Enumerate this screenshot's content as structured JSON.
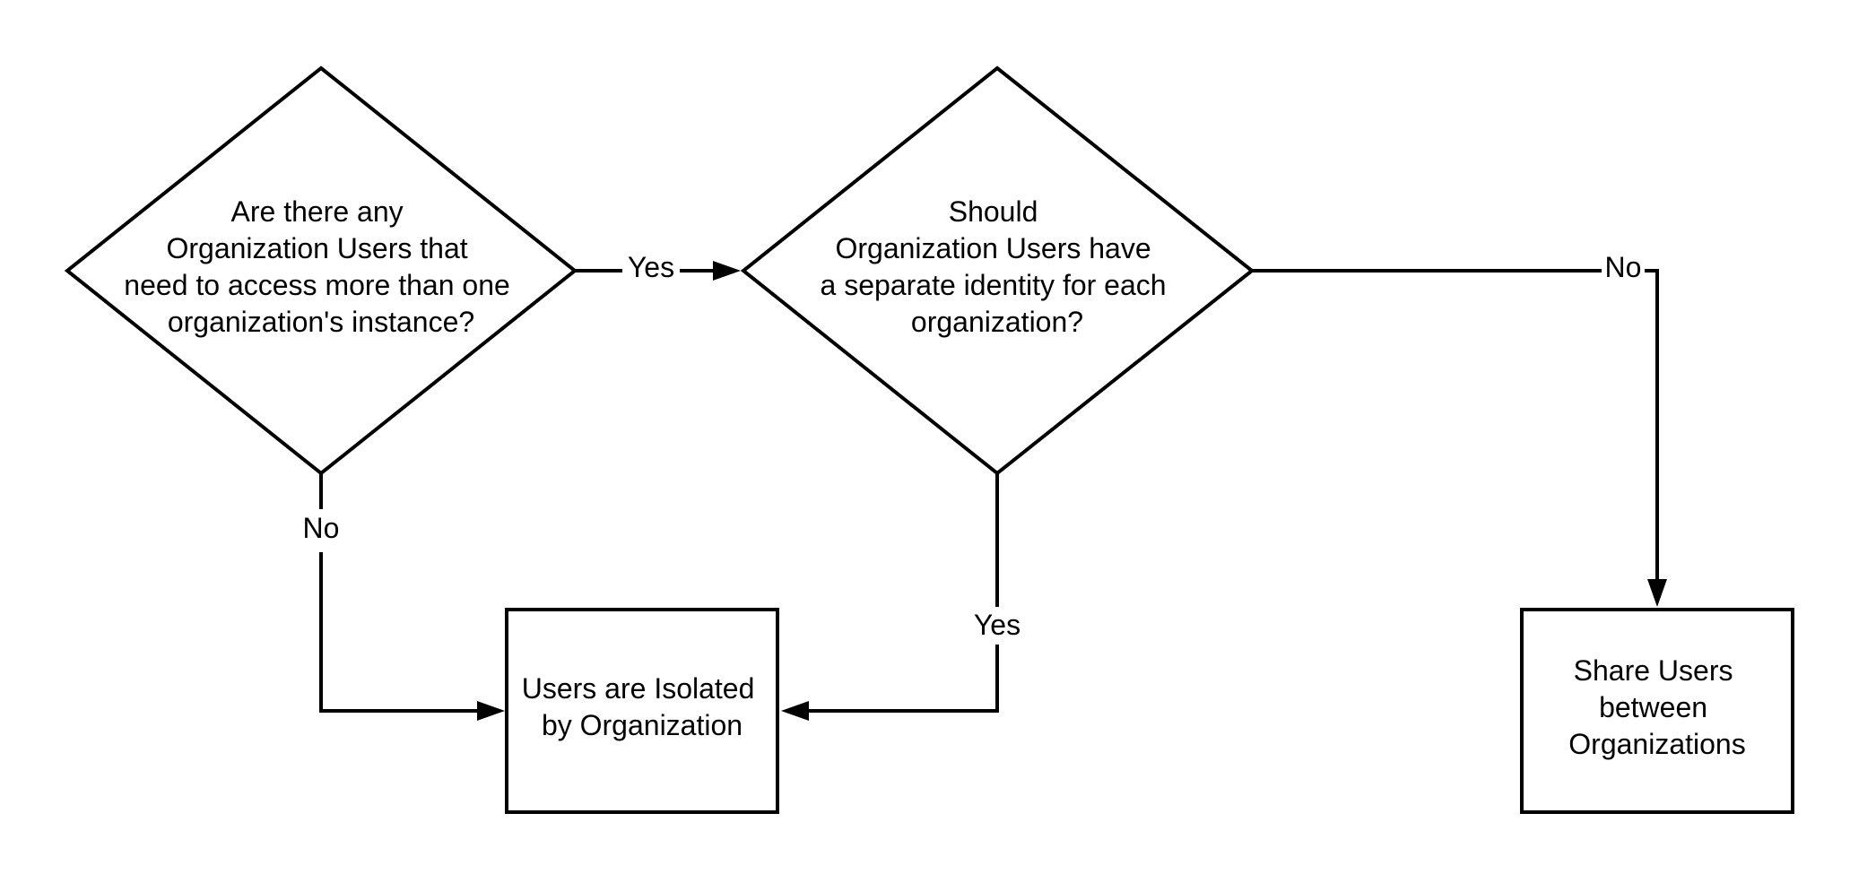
{
  "nodes": {
    "decision_multi_org": {
      "lines": [
        "Are there any",
        "Organization Users that",
        "need to access more than one",
        "organization's instance?"
      ]
    },
    "decision_separate_identity": {
      "lines": [
        "Should",
        "Organization Users have",
        "a separate identity for each",
        "organization?"
      ]
    },
    "outcome_isolated": {
      "lines": [
        "Users are Isolated",
        "by Organization"
      ]
    },
    "outcome_shared": {
      "lines": [
        "Share Users",
        "between",
        "Organizations"
      ]
    }
  },
  "edges": {
    "multi_org_yes": {
      "label": "Yes"
    },
    "multi_org_no": {
      "label": "No"
    },
    "identity_yes": {
      "label": "Yes"
    },
    "identity_no": {
      "label": "No"
    }
  }
}
